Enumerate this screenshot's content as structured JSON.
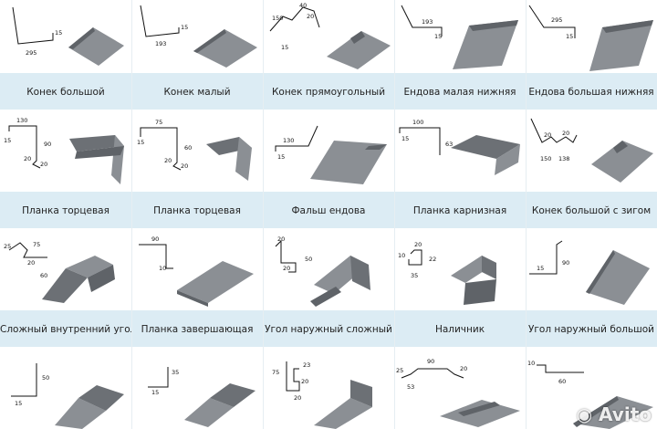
{
  "rows": [
    {
      "labels": [
        "Конек большой",
        "Конек малый",
        "Конек прямоугольный",
        "Ендова малая нижняя",
        "Ендова большая нижняя"
      ]
    },
    {
      "labels": [
        "Планка торцевая",
        "Планка торцевая",
        "Фальш ендова",
        "Планка карнизная",
        "Конек большой с зигом"
      ]
    },
    {
      "labels": [
        "Сложный внутренний угол",
        "Планка завершающая",
        "Угол наружный сложный",
        "Наличник",
        "Угол наружный большой"
      ]
    }
  ],
  "dims": {
    "r1c1": [
      "295",
      "15"
    ],
    "r1c2": [
      "193",
      "15"
    ],
    "r1c3": [
      "150",
      "40",
      "20",
      "15"
    ],
    "r1c4": [
      "193",
      "15"
    ],
    "r1c5": [
      "295",
      "15"
    ],
    "r2c1": [
      "130",
      "15",
      "90",
      "20",
      "20"
    ],
    "r2c2": [
      "75",
      "15",
      "60",
      "20",
      "20"
    ],
    "r2c3": [
      "130",
      "15"
    ],
    "r2c4": [
      "100",
      "15",
      "63"
    ],
    "r2c5": [
      "20",
      "20",
      "150",
      "138"
    ],
    "r3c1": [
      "25",
      "75",
      "20",
      "60"
    ],
    "r3c2": [
      "90",
      "10"
    ],
    "r3c3": [
      "20",
      "50",
      "20"
    ],
    "r3c4": [
      "20",
      "10",
      "22",
      "35"
    ],
    "r3c5": [
      "15",
      "90"
    ],
    "r4c1": [
      "50",
      "15"
    ],
    "r4c2": [
      "35",
      "15"
    ],
    "r4c3": [
      "75",
      "23",
      "20",
      "20"
    ],
    "r4c4": [
      "25",
      "90",
      "20",
      "53"
    ],
    "r4c5": [
      "10",
      "60"
    ]
  },
  "watermark": "Avito",
  "colors": {
    "band": "#dcecf4",
    "metal": "#8b8f94",
    "metal_dark": "#5f6368"
  }
}
